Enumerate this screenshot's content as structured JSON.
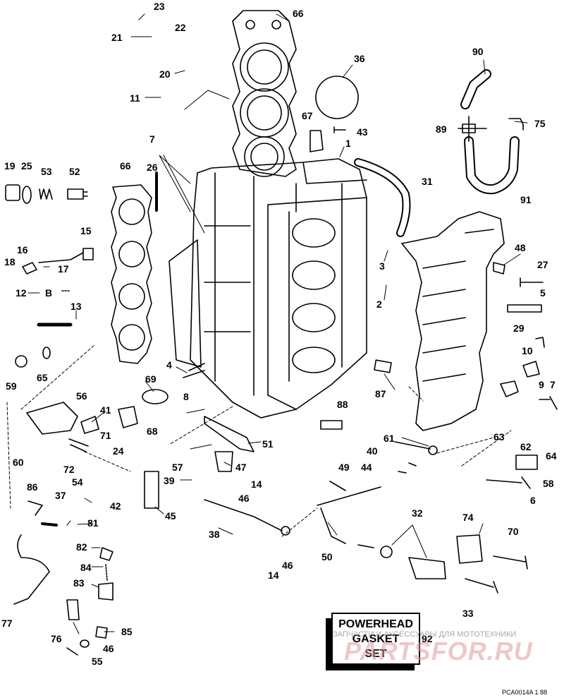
{
  "labels": [
    "23",
    "22",
    "21",
    "20",
    "11",
    "66",
    "36",
    "90",
    "67",
    "43",
    "89",
    "75",
    "1",
    "7",
    "19",
    "25",
    "53",
    "52",
    "66",
    "26",
    "31",
    "91",
    "15",
    "16",
    "17",
    "18",
    "12",
    "B",
    "13",
    "3",
    "48",
    "27",
    "5",
    "2",
    "29",
    "10",
    "4",
    "69",
    "9",
    "7",
    "59",
    "65",
    "56",
    "41",
    "71",
    "68",
    "8",
    "88",
    "87",
    "61",
    "63",
    "62",
    "64",
    "60",
    "24",
    "72",
    "57",
    "51",
    "47",
    "40",
    "44",
    "58",
    "49",
    "54",
    "39",
    "14",
    "6",
    "42",
    "45",
    "46",
    "86",
    "37",
    "81",
    "38",
    "32",
    "74",
    "70",
    "82",
    "84",
    "83",
    "50",
    "46",
    "14",
    "33",
    "77",
    "76",
    "85",
    "46",
    "55",
    "92"
  ],
  "gasket_set": {
    "line1": "POWERHEAD",
    "line2": "GASKET",
    "line3": "SET"
  },
  "watermark": {
    "top_text": "ЗАПЧАСТИ И АКСЕССУАРЫ ДЛЯ МОТОТЕХНИКИ",
    "main_text": "PARTSFOR.RU"
  },
  "drawing_code": "PCA0014A  1 88"
}
